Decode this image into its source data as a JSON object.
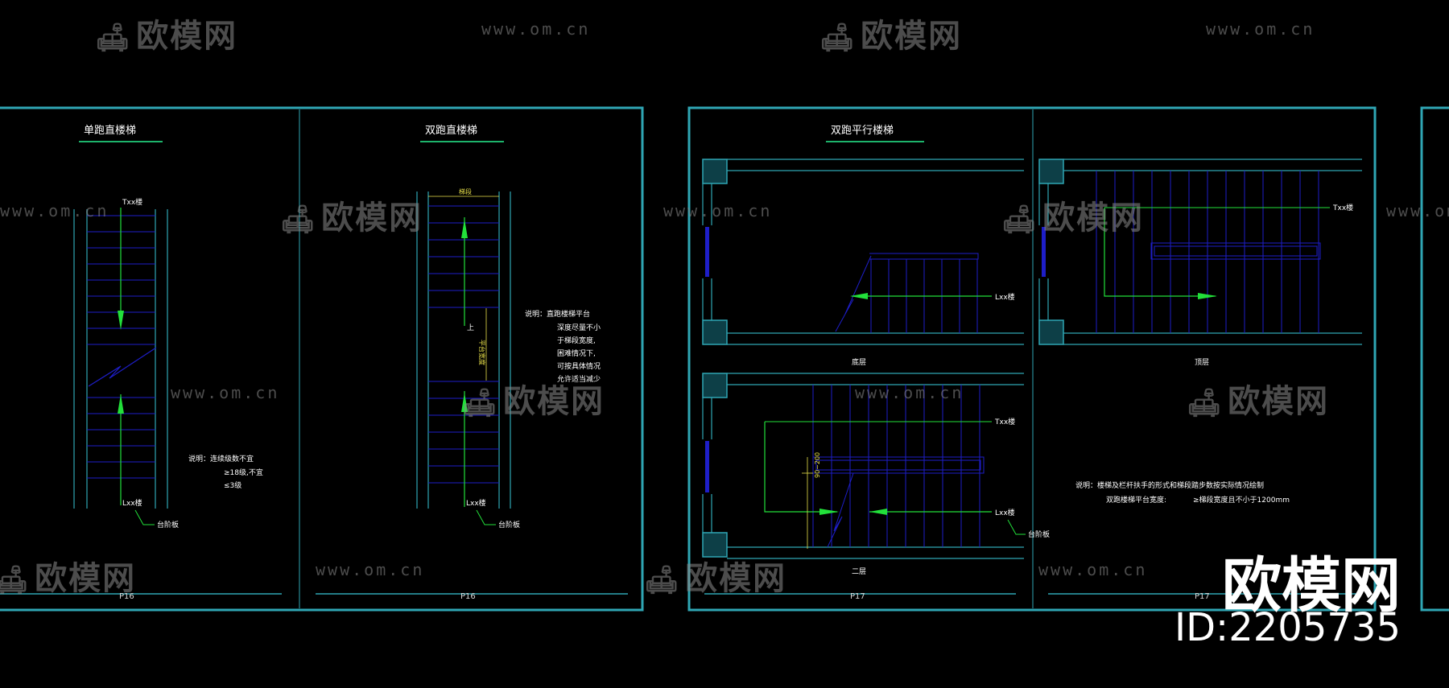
{
  "colors": {
    "frame": "#2fa6b4",
    "stair": "#1e1ec8",
    "arrow": "#22e03a",
    "text": "#ffffff",
    "dimension": "#e8e04a",
    "title_underline": "#1db36b"
  },
  "sheets": {
    "single_straight": {
      "title": "单跑直楼梯",
      "up_label": "Txx楼",
      "down_label": "Lxx楼",
      "leader_label": "台阶板",
      "note_1": "说明：连续级数不宜",
      "note_2": "≥18级,不宜",
      "note_3": "≤3级",
      "page": "P16"
    },
    "double_straight": {
      "title": "双跑直楼梯",
      "top_dim": "梯段",
      "mid_dim": "平台宽度",
      "up_mark": "上",
      "down_label": "Lxx楼",
      "leader_label": "台阶板",
      "note_1": "说明：直跑楼梯平台",
      "note_2": "深度尽量不小",
      "note_3": "于梯段宽度,",
      "note_4": "困难情况下,",
      "note_5": "可按具体情况",
      "note_6": "允许适当减少",
      "page": "P16"
    },
    "double_parallel": {
      "title": "双跑平行楼梯",
      "plan1_label": "底层",
      "plan2_label": "顶层",
      "plan3_label": "二层",
      "plan1_down": "Lxx楼",
      "plan2_up": "Txx楼",
      "plan3_up": "Txx楼",
      "plan3_down": "Lxx楼",
      "plan3_leader": "台阶板",
      "plan3_dim": "90~200",
      "note_1": "说明：楼梯及栏杆扶手的形式和梯段踏步数按实际情况绘制",
      "note_2": "双跑楼梯平台宽度:",
      "note_3": "≥梯段宽度且不小于1200mm",
      "page_left": "P17",
      "page_right": "P17"
    }
  },
  "watermark": {
    "logo_text": "欧模网",
    "url_text": "www.om.cn",
    "brand": "欧模网",
    "id_text": "ID:2205735"
  }
}
